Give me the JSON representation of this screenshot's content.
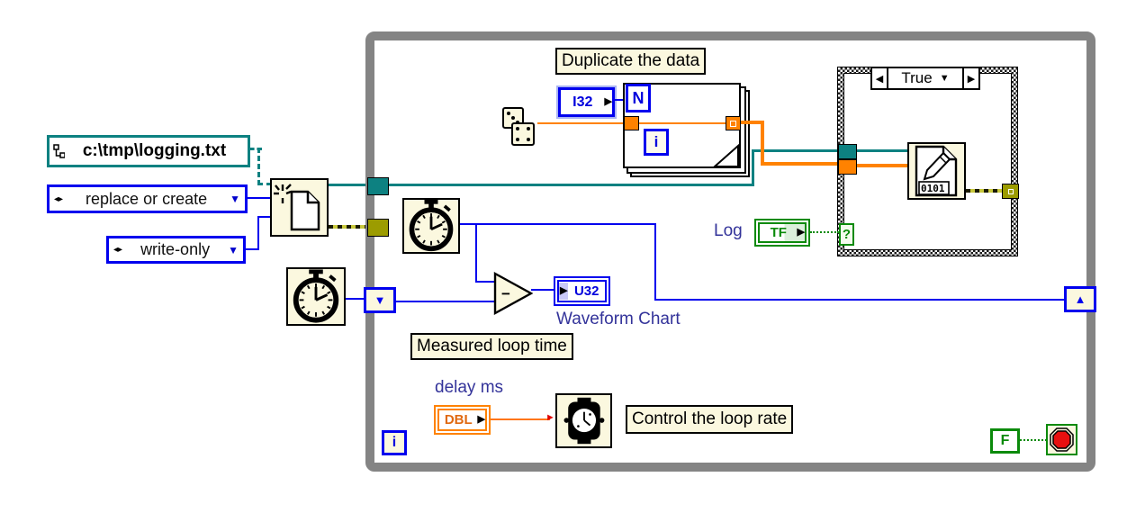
{
  "constants": {
    "file_path": "c:\\tmp\\logging.txt",
    "operation_enum": "replace or create",
    "access_enum": "write-only",
    "i32_label": "I32",
    "dbl_label": "DBL",
    "tf_label": "TF",
    "false_const": "F"
  },
  "labels": {
    "duplicate_data": "Duplicate the data",
    "measured_loop_time": "Measured loop time",
    "waveform_chart": "Waveform Chart",
    "delay_ms": "delay ms",
    "control_loop_rate": "Control the loop rate",
    "log": "Log"
  },
  "terminals": {
    "for_count": "N",
    "for_iteration": "i",
    "while_iteration": "i",
    "u32_indicator": "U32",
    "case_selector_value": "True",
    "selector_terminal": "?",
    "binary_code": "0101"
  },
  "icons": {
    "dropdown": "▼",
    "case_prev": "◀",
    "case_next": "▶",
    "output_arrow": "▶",
    "shift_register_up": "▲",
    "shift_register_down": "▼",
    "enum_spinner": "◂▸",
    "minus": "−",
    "wire_arrow": "►"
  },
  "colors": {
    "loop_border": "#848484",
    "node_background": "#fbf8df",
    "path_teal": "#0d8181",
    "numeric_blue": "#0000ee",
    "array_orange": "#ff8200",
    "error_olive": "#9c9c00",
    "boolean_green": "#0b8a0b",
    "stop_red": "#e81010",
    "label_navy": "#33339a"
  }
}
